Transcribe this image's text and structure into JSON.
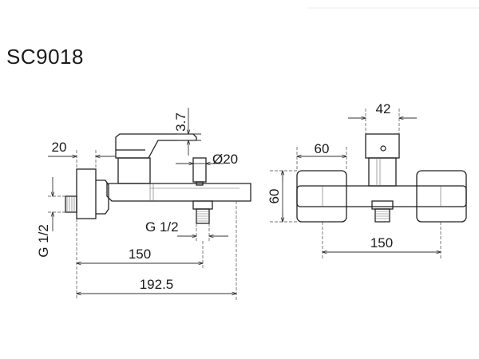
{
  "title": "SC9018",
  "side_view": {
    "dim_handle_gap": "3.7",
    "dim_spout_offset": "20",
    "dim_diverter_diameter": "Ø20",
    "dim_outlet_thread": "G 1/2",
    "dim_inlet_thread": "G 1/2",
    "dim_inlet_to_outlet": "150",
    "dim_overall_length": "192.5"
  },
  "front_view": {
    "dim_handle_width": "42",
    "dim_plate_width": "60",
    "dim_plate_height": "60",
    "dim_inlet_spacing": "150"
  },
  "colors": {
    "line": "#222222",
    "background": "#ffffff"
  }
}
